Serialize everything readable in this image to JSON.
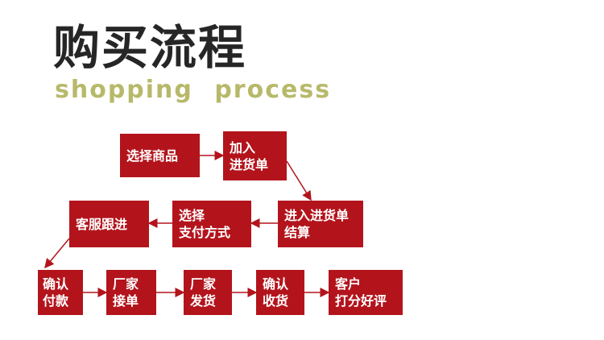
{
  "header": {
    "title": "购买流程",
    "subtitle": "shopping process"
  },
  "flow": {
    "steps": [
      {
        "id": "s1",
        "label": "选择商品"
      },
      {
        "id": "s2",
        "label": "加入\n进货单"
      },
      {
        "id": "s3",
        "label": "进入进货单\n结算"
      },
      {
        "id": "s4",
        "label": "选择\n支付方式"
      },
      {
        "id": "s5",
        "label": "客服跟进"
      },
      {
        "id": "s6",
        "label": "确认\n付款"
      },
      {
        "id": "s7",
        "label": "厂家\n接单"
      },
      {
        "id": "s8",
        "label": "厂家\n发货"
      },
      {
        "id": "s9",
        "label": "确认\n收货"
      },
      {
        "id": "s10",
        "label": "客户\n打分好评"
      }
    ],
    "colors": {
      "box_fill": "#b3141c",
      "box_text": "#ffffff",
      "arrow": "#b3141c",
      "title": "#262626",
      "subtitle": "#b7b96a"
    }
  }
}
